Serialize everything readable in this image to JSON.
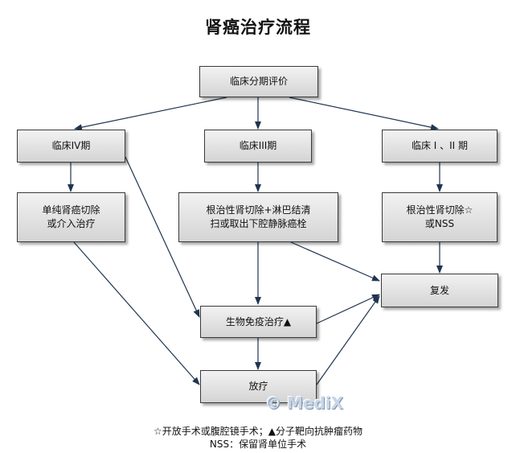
{
  "title": "肾癌治疗流程",
  "nodes": {
    "eval": "临床分期评价",
    "stage4": "临床IV期",
    "stage3": "临床III期",
    "stage12": "临床 I 、II 期",
    "surgery_alone": "单纯肾癌切除\n或介入治疗",
    "radical_lymph": "根治性肾切除+淋巴结清\n扫或取出下腔静脉癌栓",
    "radical_nss": "根治性肾切除☆\n或NSS",
    "relapse": "复发",
    "immuno": "生物免疫治疗▲",
    "radio": "放疗"
  },
  "watermark": "© MediX",
  "legend": {
    "line1": "☆开放手术或腹腔镜手术；▲分子靶向抗肿瘤药物",
    "line2": "NSS：保留肾单位手术"
  }
}
